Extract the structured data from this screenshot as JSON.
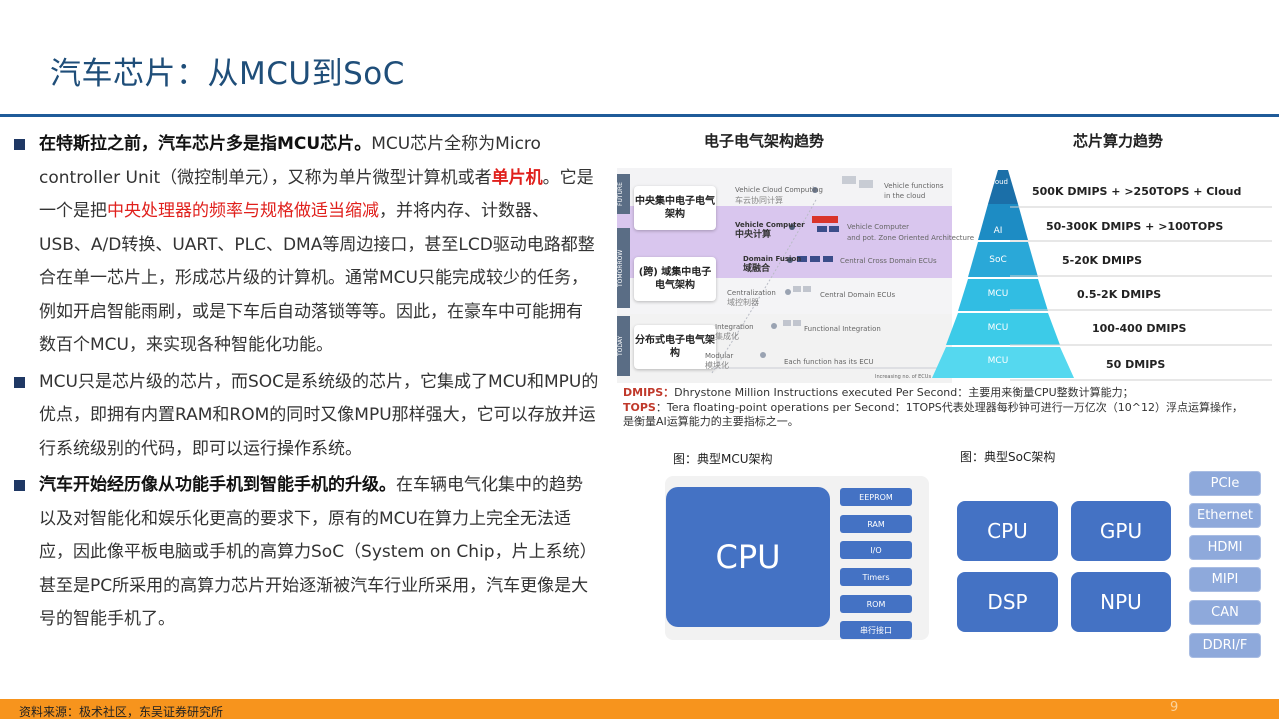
{
  "title": "汽车芯片：从MCU到SoC",
  "bullets": [
    {
      "bold": "在特斯拉之前，汽车芯片多是指MCU芯片。",
      "t1": "MCU芯片全称为Micro controller Unit（微控制单元），又称为单片微型计算机或者",
      "red_bold": "单片机",
      "t2": "。它是一个是把",
      "red": "中央处理器的频率与规格做适当缩减",
      "t3": "，并将内存、计数器、USB、A/D转换、UART、PLC、DMA等周边接口，甚至LCD驱动电路都整合在单一芯片上，形成芯片级的计算机。通常MCU只能完成较少的任务，例如开启智能雨刷，或是下车后自动落锁等等。因此，在豪车中可能拥有数百个MCU，来实现各种智能化功能。"
    },
    {
      "text": "MCU只是芯片级的芯片，而SOC是系统级的芯片，它集成了MCU和MPU的优点，即拥有内置RAM和ROM的同时又像MPU那样强大，它可以存放并运行系统级别的代码，即可以运行操作系统。"
    },
    {
      "bold": "汽车开始经历像从功能手机到智能手机的升级。",
      "text": "在车辆电气化集中的趋势以及对智能化和娱乐化更高的要求下，原有的MCU在算力上完全无法适应，因此像平板电脑或手机的高算力SoC（System on Chip，片上系统）甚至是PC所采用的高算力芯片开始逐渐被汽车行业所采用，汽车更像是大号的智能手机了。"
    }
  ],
  "arch": {
    "heading": "电子电气架构趋势",
    "side_labels": [
      "FUTURE",
      "TOMORROW",
      "TODAY"
    ],
    "stage_labels": [
      "中央集中电子电气架构",
      "(跨) 域集中电子电气架构",
      "分布式电子电气架构"
    ],
    "steps": [
      {
        "en": "Vehicle Cloud Computing",
        "zh": "车云协同计算"
      },
      {
        "en": "Vehicle Computer",
        "zh": "中央计算"
      },
      {
        "en": "Domain Fusion",
        "zh": "域融合"
      },
      {
        "en": "Centralization",
        "zh": "域控制器"
      },
      {
        "en": "Integration",
        "zh": "集成化"
      },
      {
        "en": "Modular",
        "zh": "模块化"
      }
    ],
    "notes": [
      "Vehicle functions",
      "in the cloud",
      "Vehicle Computer",
      "and pot. Zone Oriented Architecture",
      "Central Cross Domain ECUs",
      "Central Domain ECUs",
      "Functional Integration",
      "Each function has its ECU"
    ],
    "axis_note": "Increasing no. of ECUs"
  },
  "pyramid": {
    "heading": "芯片算力趋势",
    "tiers": [
      {
        "label": "Cloud",
        "value": "500K DMIPS + >250TOPS + Cloud"
      },
      {
        "label": "AI",
        "value": "50-300K DMIPS + >100TOPS"
      },
      {
        "label": "SoC",
        "value": "5-20K DMIPS"
      },
      {
        "label": "MCU",
        "value": "0.5-2K DMIPS"
      },
      {
        "label": "MCU",
        "value": "100-400 DMIPS"
      },
      {
        "label": "MCU",
        "value": "50 DMIPS"
      }
    ],
    "colors": [
      "#1b6fa8",
      "#1d8cc4",
      "#2aa8d8",
      "#31bde3",
      "#3ccbe8",
      "#55d8ef"
    ]
  },
  "notes": {
    "dmips_key": "DMIPS：",
    "dmips_text": "Dhrystone Million Instructions executed Per Second：主要用来衡量CPU整数计算能力；",
    "tops_key": "TOPS",
    "tops_text": "：Tera floating-point operations per Second：1TOPS代表处理器每秒钟可进行一万亿次（10^12）浮点运算操作，",
    "tops_text2": "是衡量AI运算能力的主要指标之一。"
  },
  "mcu": {
    "caption": "图：典型MCU架构",
    "cpu": "CPU",
    "modules": [
      "EEPROM",
      "RAM",
      "I/O",
      "Timers",
      "ROM",
      "串行接口"
    ]
  },
  "soc": {
    "caption": "图：典型SoC架构",
    "cores": [
      "CPU",
      "GPU",
      "DSP",
      "NPU"
    ],
    "io": [
      "PCIe",
      "Ethernet",
      "HDMI",
      "MIPI",
      "CAN",
      "DDRI/F"
    ]
  },
  "footer": {
    "source": "资料来源：极术社区，东吴证券研究所",
    "page": "9"
  }
}
